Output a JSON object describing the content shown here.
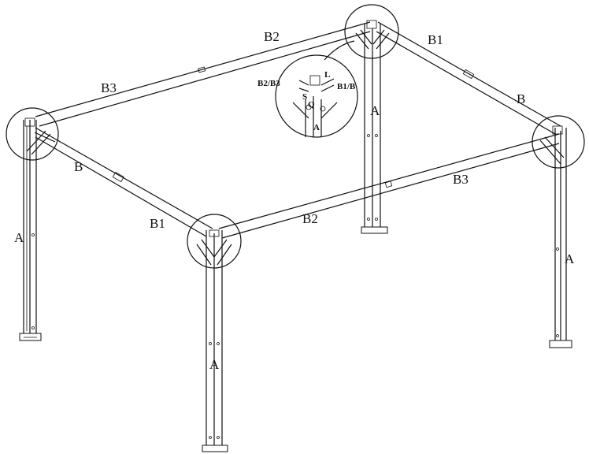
{
  "labels": {
    "top_back": "B2",
    "top_right_back": "B1",
    "top_left_back": "B3",
    "right_side": "B",
    "left_side": "B",
    "front_left": "B1",
    "front_mid": "B2",
    "front_right": "B3",
    "leg_left": "A",
    "leg_front": "A",
    "leg_back": "A",
    "leg_right": "A"
  },
  "detail": {
    "left_part": "B2/B3",
    "right_part": "B1/B",
    "top_part": "L",
    "screw": "S",
    "nut": "Q",
    "leg": "A"
  }
}
